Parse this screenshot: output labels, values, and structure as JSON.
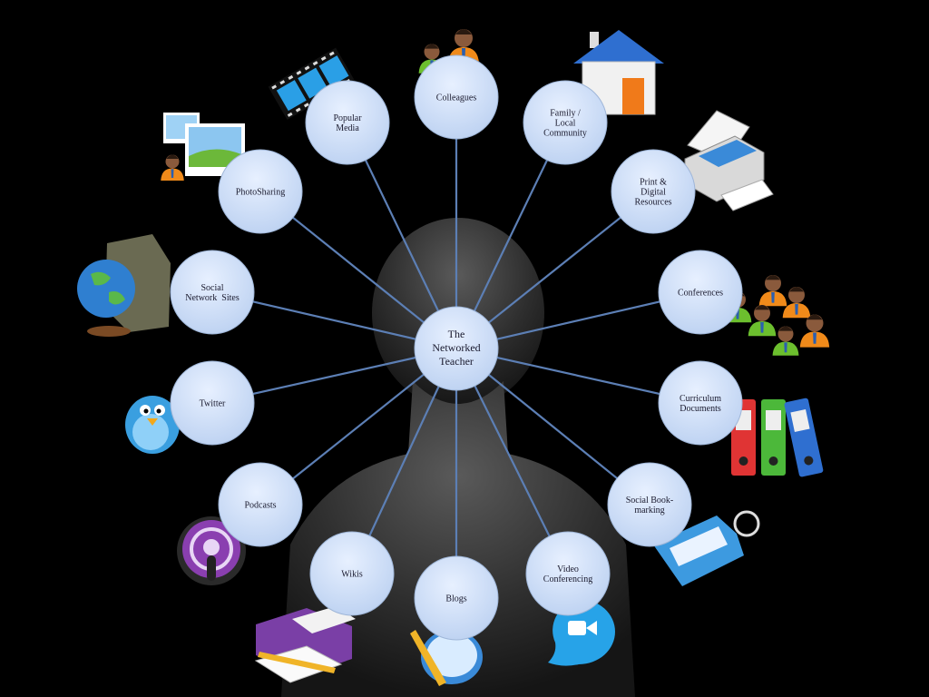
{
  "center": {
    "lines": [
      "The",
      "Networked",
      "Teacher"
    ]
  },
  "nodes": [
    {
      "id": "colleagues",
      "lines": [
        "Colleagues"
      ],
      "icon": "people-icon"
    },
    {
      "id": "family-local-community",
      "lines": [
        "Family /",
        "Local",
        "Community"
      ],
      "icon": "house-icon"
    },
    {
      "id": "print-digital-resources",
      "lines": [
        "Print &",
        "Digital",
        "Resources"
      ],
      "icon": "printer-icon"
    },
    {
      "id": "conferences",
      "lines": [
        "Conferences"
      ],
      "icon": "group-icon"
    },
    {
      "id": "curriculum-documents",
      "lines": [
        "Curriculum",
        "Documents"
      ],
      "icon": "binders-icon"
    },
    {
      "id": "social-bookmarking",
      "lines": [
        "Social Book-",
        "marking"
      ],
      "icon": "tag-icon"
    },
    {
      "id": "video-conferencing",
      "lines": [
        "Video",
        "Conferencing"
      ],
      "icon": "video-chat-icon"
    },
    {
      "id": "blogs",
      "lines": [
        "Blogs"
      ],
      "icon": "hi-speech-bubble-icon"
    },
    {
      "id": "wikis",
      "lines": [
        "Wikis"
      ],
      "icon": "notes-box-icon"
    },
    {
      "id": "podcasts",
      "lines": [
        "Podcasts"
      ],
      "icon": "podcast-icon"
    },
    {
      "id": "twitter",
      "lines": [
        "Twitter"
      ],
      "icon": "bird-icon"
    },
    {
      "id": "social-network-sites",
      "lines": [
        "Social",
        "Network  Sites"
      ],
      "icon": "globe-backpack-icon"
    },
    {
      "id": "photo-sharing",
      "lines": [
        "PhotoSharing"
      ],
      "icon": "photos-icon"
    },
    {
      "id": "popular-media",
      "lines": [
        "Popular",
        "Media"
      ],
      "icon": "film-strip-icon"
    }
  ],
  "colors": {
    "background": "#000000",
    "node_fill": "#c9dcf6",
    "spoke": "#5c7fb5",
    "silhouette": "#2f2f2f"
  }
}
